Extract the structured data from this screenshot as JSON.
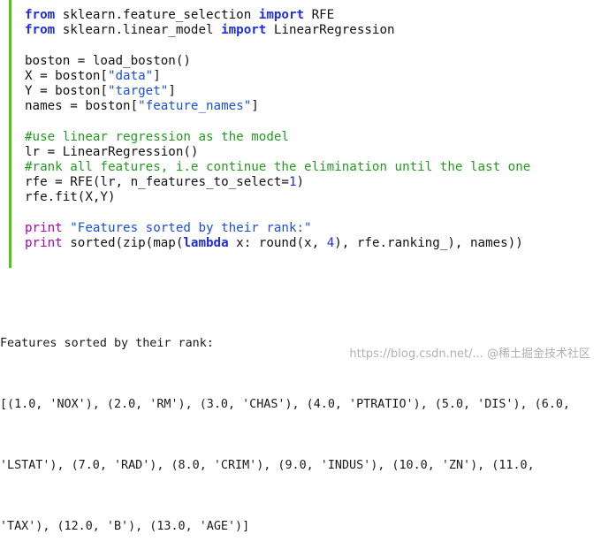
{
  "code_lines": [
    [
      {
        "t": "from",
        "c": "kw"
      },
      {
        "t": " sklearn.feature_selection ",
        "c": ""
      },
      {
        "t": "import",
        "c": "kw"
      },
      {
        "t": " RFE",
        "c": ""
      }
    ],
    [
      {
        "t": "from",
        "c": "kw"
      },
      {
        "t": " sklearn.linear_model ",
        "c": ""
      },
      {
        "t": "import",
        "c": "kw"
      },
      {
        "t": " LinearRegression",
        "c": ""
      }
    ],
    [],
    [
      {
        "t": "boston = load_boston()",
        "c": ""
      }
    ],
    [
      {
        "t": "X = boston[",
        "c": ""
      },
      {
        "t": "\"data\"",
        "c": "str"
      },
      {
        "t": "]",
        "c": ""
      }
    ],
    [
      {
        "t": "Y = boston[",
        "c": ""
      },
      {
        "t": "\"target\"",
        "c": "str"
      },
      {
        "t": "]",
        "c": ""
      }
    ],
    [
      {
        "t": "names = boston[",
        "c": ""
      },
      {
        "t": "\"feature_names\"",
        "c": "str"
      },
      {
        "t": "]",
        "c": ""
      }
    ],
    [],
    [
      {
        "t": "#use linear regression as the model",
        "c": "cmt"
      }
    ],
    [
      {
        "t": "lr = LinearRegression()",
        "c": ""
      }
    ],
    [
      {
        "t": "#rank all features, i.e continue the elimination until the last one",
        "c": "cmt"
      }
    ],
    [
      {
        "t": "rfe = RFE(lr, n_features_to_select=",
        "c": ""
      },
      {
        "t": "1",
        "c": "num"
      },
      {
        "t": ")",
        "c": ""
      }
    ],
    [
      {
        "t": "rfe.fit(X,Y)",
        "c": ""
      }
    ],
    [],
    [
      {
        "t": "print",
        "c": "prn"
      },
      {
        "t": " ",
        "c": ""
      },
      {
        "t": "\"Features sorted by their rank:\"",
        "c": "str"
      }
    ],
    [
      {
        "t": "print",
        "c": "prn"
      },
      {
        "t": " sorted(zip(map(",
        "c": ""
      },
      {
        "t": "lambda",
        "c": "kw"
      },
      {
        "t": " x: round(x, ",
        "c": ""
      },
      {
        "t": "4",
        "c": "num"
      },
      {
        "t": "), rfe.ranking_), names))",
        "c": ""
      }
    ]
  ],
  "output": {
    "header": "Features sorted by their rank:",
    "lines": [
      "[(1.0, 'NOX'), (2.0, 'RM'), (3.0, 'CHAS'), (4.0, 'PTRATIO'), (5.0, 'DIS'), (6.0,",
      "'LSTAT'), (7.0, 'RAD'), (8.0, 'CRIM'), (9.0, 'INDUS'), (10.0, 'ZN'), (11.0,",
      "'TAX'), (12.0, 'B'), (13.0, 'AGE')]"
    ]
  },
  "watermark": "https://blog.csdn.net/... @稀土掘金技术社区",
  "colors": {
    "accent_bar": "#52c41a",
    "keyword": "#1f2de0",
    "string": "#1a4fd6",
    "comment": "#239a1f",
    "print": "#b000b0"
  }
}
